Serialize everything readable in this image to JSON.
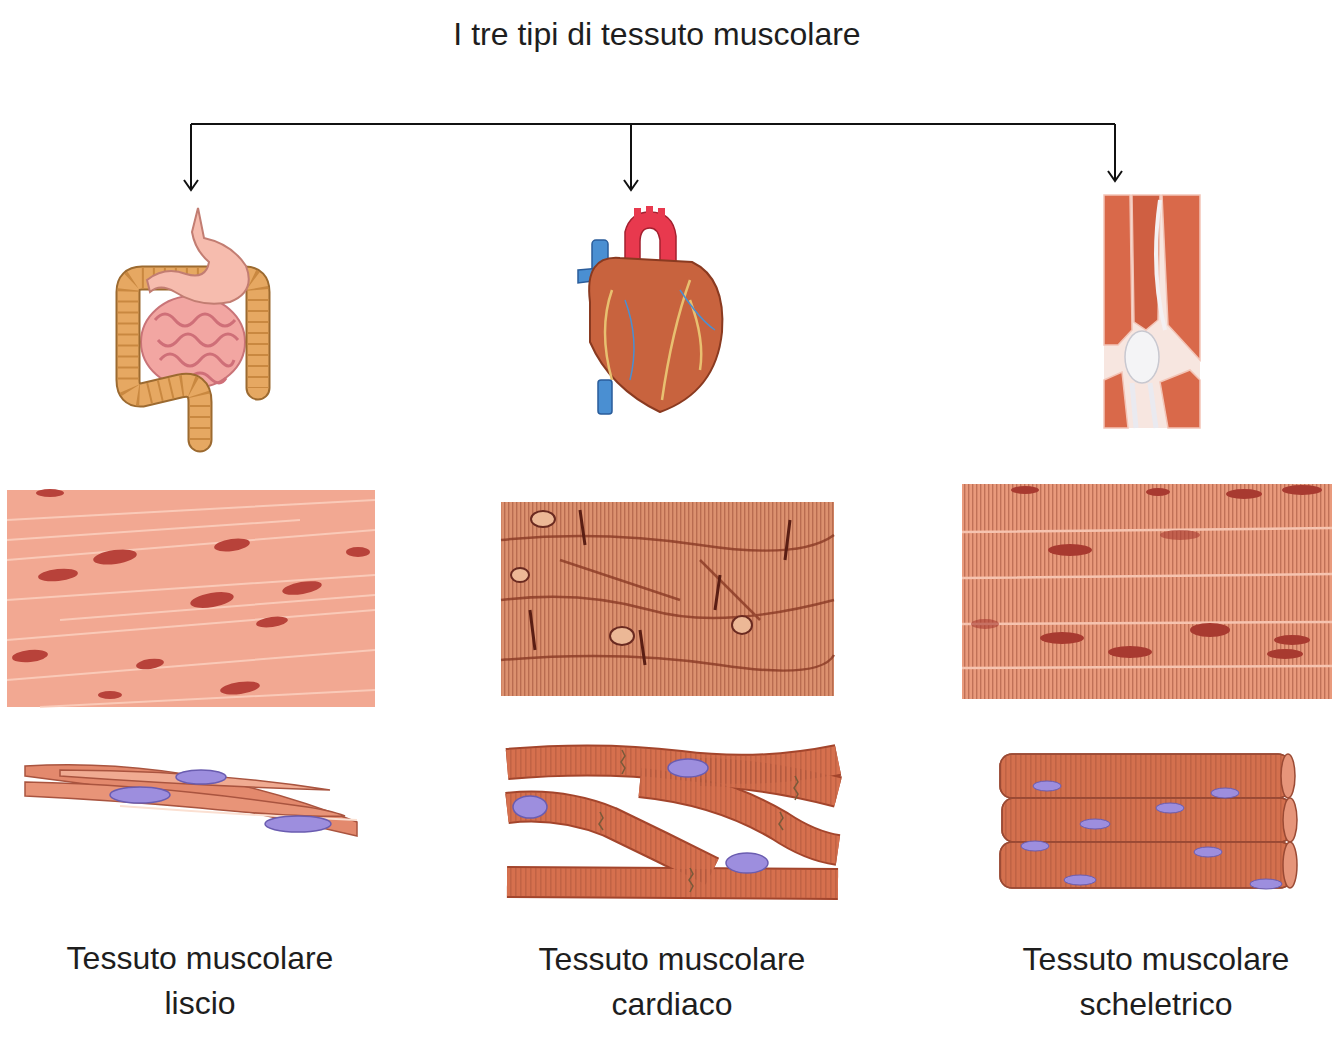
{
  "diagram": {
    "title": "I tre tipi di tessuto muscolare",
    "labels": [
      "Tessuto muscolare liscio",
      "Tessuto muscolare cardiaco",
      "Tessuto muscolare scheletrico"
    ]
  }
}
